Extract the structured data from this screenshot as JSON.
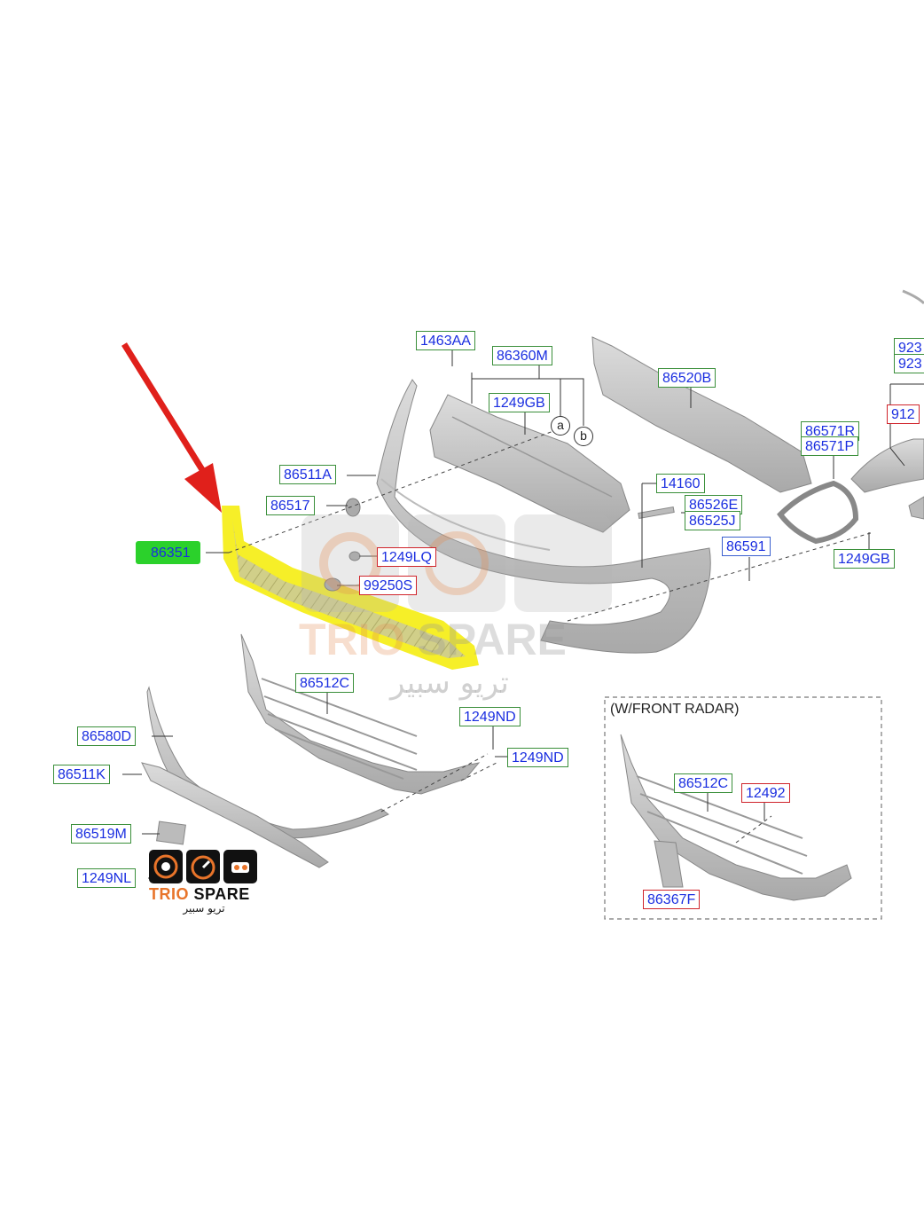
{
  "labels": {
    "l1463AA": "1463AA",
    "l86360M": "86360M",
    "l1249GB_top": "1249GB",
    "l86520B": "86520B",
    "l923a": "923",
    "l923b": "923",
    "l912": "912",
    "l86571R": "86571R",
    "l86571P": "86571P",
    "l86511A": "86511A",
    "l14160": "14160",
    "l86517": "86517",
    "l86526E": "86526E",
    "l86525J": "86525J",
    "l86351": "86351",
    "l1249LQ": "1249LQ",
    "l86591": "86591",
    "l99250S": "99250S",
    "l1249GB_right": "1249GB",
    "l86512C": "86512C",
    "l1249ND_a": "1249ND",
    "l1249ND_b": "1249ND",
    "l86580D": "86580D",
    "l86511K": "86511K",
    "l86519M": "86519M",
    "l1249NL": "1249NL",
    "l86512C_radar": "86512C",
    "l12492": "12492",
    "l86367F": "86367F"
  },
  "callouts": {
    "a": "a",
    "b": "b"
  },
  "radar_box": {
    "title": "(W/FRONT RADAR)"
  },
  "watermark": {
    "brand_left": "TRIO",
    "brand_right": "SPARE",
    "arabic": "تريو سبير"
  },
  "logo": {
    "brand_left": "TRIO",
    "brand_right": "SPARE",
    "arabic": "تريو سبير"
  },
  "colors": {
    "label_text": "#1a2ee0",
    "border_green": "#3a8f3a",
    "border_red": "#d0242b",
    "highlight_yellow": "#f5ee1c",
    "highlight_green": "#2bd12b",
    "arrow_red": "#e0201b",
    "part_gray": "#c9c9c9"
  },
  "icons": [
    "speaker-icon",
    "speedometer-icon",
    "car-engine-icon",
    "red-arrow-icon"
  ]
}
